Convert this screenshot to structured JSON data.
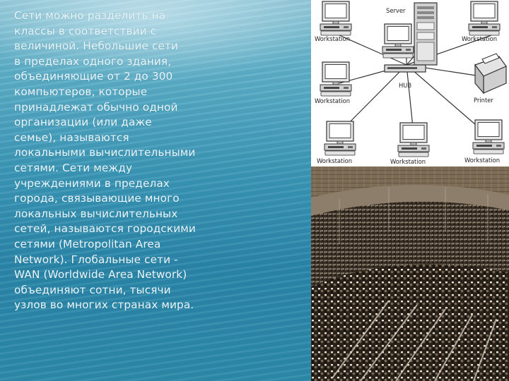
{
  "slide": {
    "text": "Сети можно разделить на\nклассы в соответствии с\nвеличиной. Небольшие сети\nв пределах одного здания,\nобъединяющие от 2 до 300\nкомпьютеров, которые\nпринадлежат обычно одной\nорганизации (или даже\nсемье), называются\nлокальными вычислительными\nсетями. Сети между\nучреждениями в пределах\nгорода, связывающие много\nлокальных вычислительных\nсетей, называются городскими\nсетями (Metropolitan Area\nNetwork). Глобальные сети -\nWAN (Worldwide Area Network)\nобъединяют сотни, тысячи\nузлов во многих странах мира."
  },
  "diagram": {
    "labels": {
      "server": "Server",
      "hub": "HUB",
      "printer": "Printer",
      "ws_top_left": "Workstation",
      "ws_top_right": "Workstation",
      "ws_mid_left": "Workstation",
      "ws_bottom_left": "Workstation",
      "ws_bottom_mid": "Workstation",
      "ws_bottom_right": "Workstation"
    }
  },
  "colors": {
    "background_top": "#8fc8d8",
    "background_bottom": "#2a86a8",
    "text": "#eaf6fb"
  }
}
